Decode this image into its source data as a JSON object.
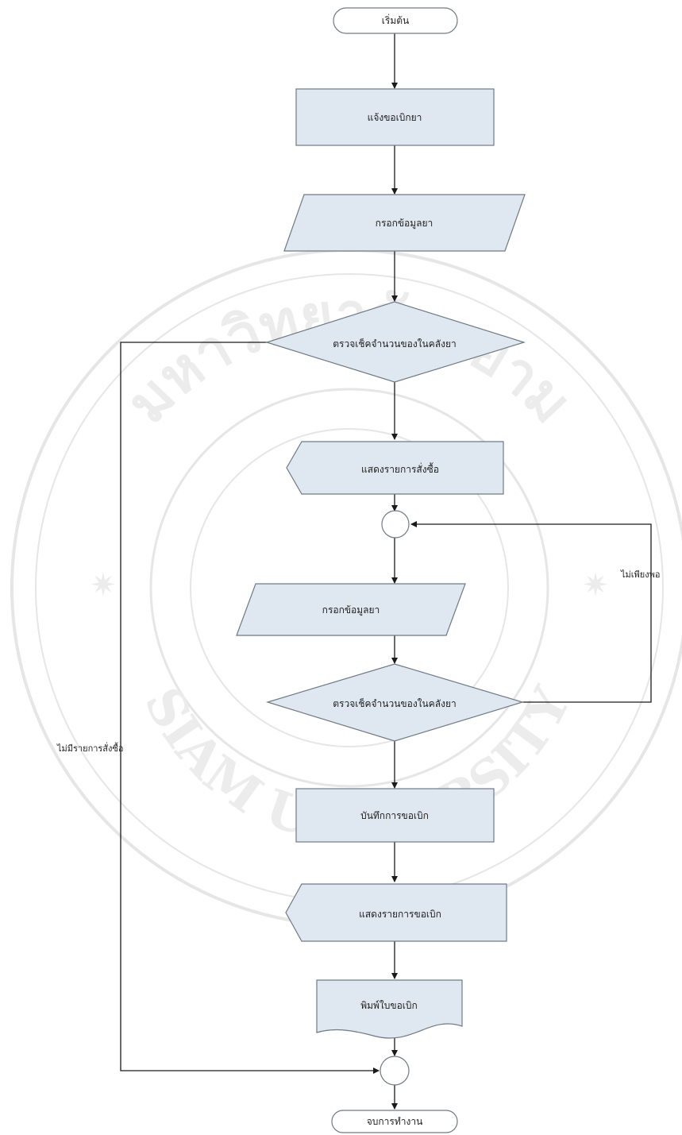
{
  "watermark": {
    "arc_top": "มหาวิทยาลัยสยาม",
    "arc_bottom": "SIAM UNIVERSITY"
  },
  "nodes": {
    "start": "เริ่มต้น",
    "request_withdraw": "แจ้งขอเบิกยา",
    "input_drug_data_1": "กรอกข้อมูลยา",
    "check_stock_1": "ตรวจเช็คจำนวนของในคลังยา",
    "show_order_list": "แสดงรายการสั่งซื้อ",
    "input_drug_data_2": "กรอกข้อมูลยา",
    "check_stock_2": "ตรวจเช็คจำนวนของในคลังยา",
    "save_withdraw": "บันทึกการขอเบิก",
    "show_withdraw_list": "แสดงรายการขอเบิก",
    "print_withdraw": "พิมพ์ใบขอเบิก",
    "end": "จบการทำงาน"
  },
  "edge_labels": {
    "insufficient": "ไม่เพียงพอ",
    "no_order_items": "ไม่มีรายการสั่งซื้อ"
  }
}
